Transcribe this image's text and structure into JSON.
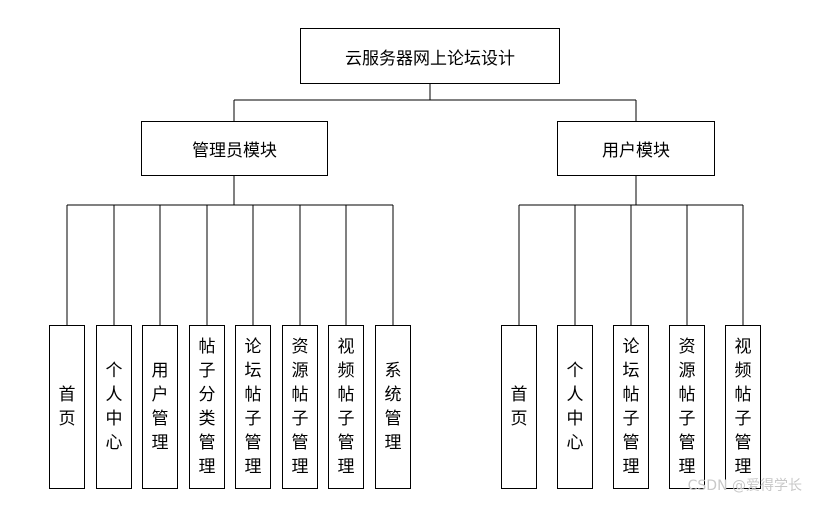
{
  "title": "云服务器网上论坛设计",
  "modules": [
    {
      "label": "管理员模块",
      "items": [
        "首页",
        "个人中心",
        "用户管理",
        "帖子分类管理",
        "论坛帖子管理",
        "资源帖子管理",
        "视频帖子管理",
        "系统管理"
      ]
    },
    {
      "label": "用户模块",
      "items": [
        "首页",
        "个人中心",
        "论坛帖子管理",
        "资源帖子管理",
        "视频帖子管理"
      ]
    }
  ],
  "watermark": "CSDN @爱得学长"
}
